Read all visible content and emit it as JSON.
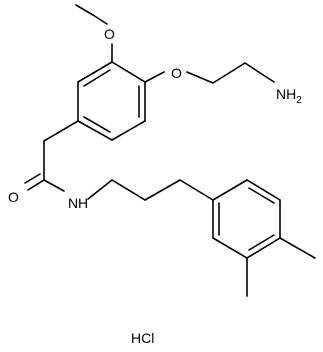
{
  "structure": {
    "atoms": {
      "o_methoxy": "O",
      "o_ether": "O",
      "nh2": "NH",
      "nh2_sub": "2",
      "o_carbonyl": "O",
      "nh_amide": "N",
      "h_amide": "H"
    },
    "salt": "HCl",
    "colors": {
      "bond": "#000000",
      "text": "#000000",
      "background": "#ffffff"
    }
  }
}
